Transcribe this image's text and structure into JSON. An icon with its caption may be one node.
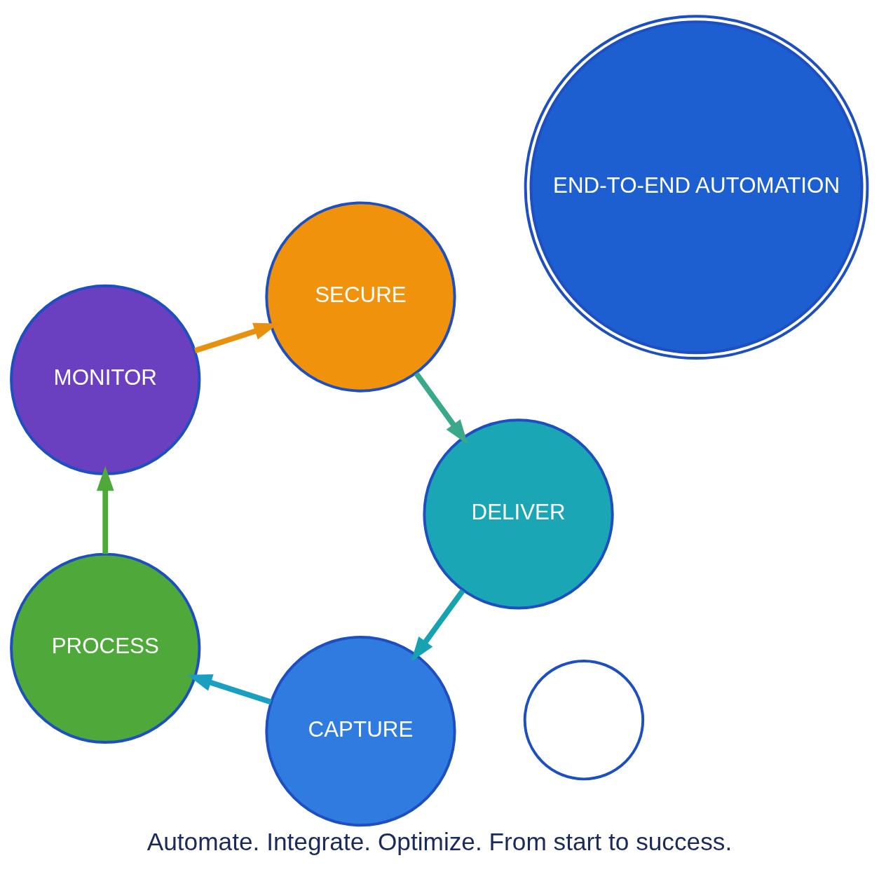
{
  "diagram": {
    "caption": "Automate. Integrate. Optimize. From start to success.",
    "nodes": [
      {
        "text": [
          "CAPTURE"
        ]
      },
      {
        "text": [
          "PROCESS"
        ]
      },
      {
        "text": [
          "MONITOR"
        ]
      },
      {
        "text": [
          "SECURE"
        ]
      },
      {
        "text": [
          "DELIVER"
        ]
      },
      {
        "text": [
          "END-TO-END AUTOMATION"
        ]
      },
      {
        "text": [],
        "shape": "circle"
      }
    ],
    "edges": [
      {
        "from": 0,
        "to": 1,
        "arrow": "to",
        "color": "#1a9fc0"
      },
      {
        "from": 1,
        "to": 2,
        "arrow": "to",
        "color": "#4fa83a"
      },
      {
        "from": 2,
        "to": 3,
        "arrow": "to",
        "color": "#e8900f"
      },
      {
        "from": 3,
        "to": 4,
        "arrow": "to",
        "color": "#3aa88a"
      },
      {
        "from": 4,
        "to": 0,
        "arrow": "to",
        "color": "#17a2b0"
      }
    ]
  }
}
